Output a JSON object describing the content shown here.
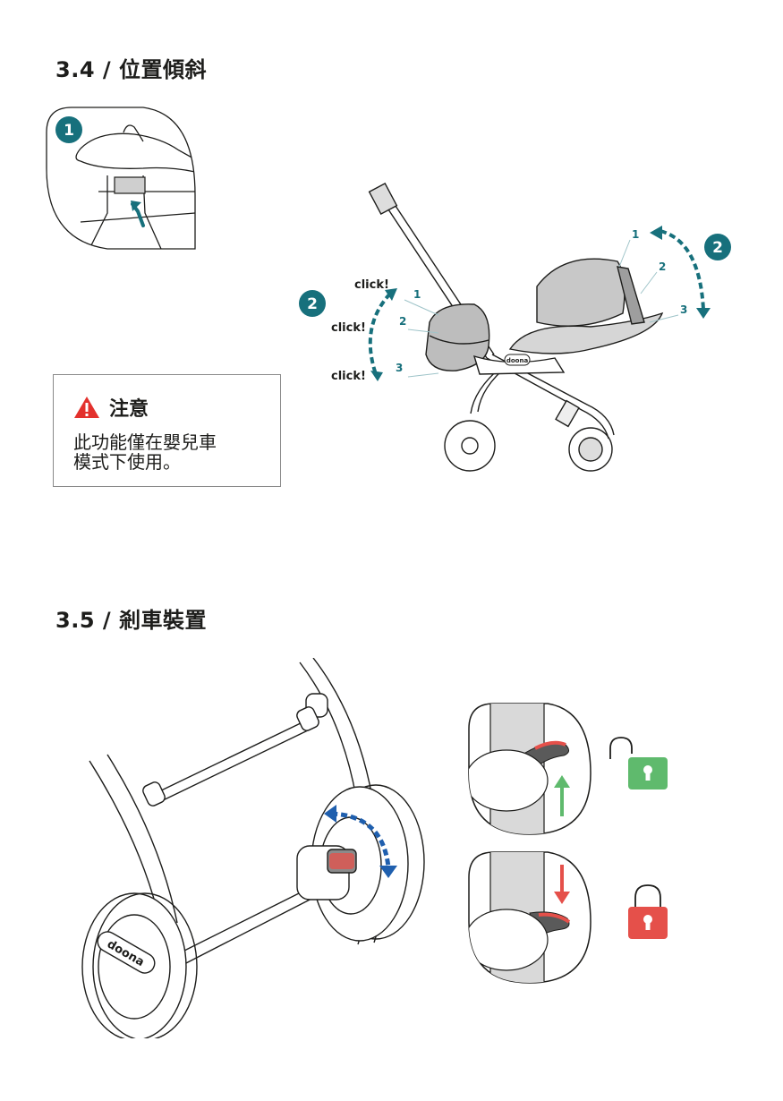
{
  "section1": {
    "title": "3.4 / 位置傾斜",
    "inset_badge": "1",
    "left_badge": "2",
    "right_badge": "2",
    "click_labels": [
      "click!",
      "click!",
      "click!"
    ],
    "left_steps": [
      "1",
      "2",
      "3"
    ],
    "right_steps": [
      "1",
      "2",
      "3"
    ],
    "brand_label": "doona"
  },
  "warning": {
    "title": "注意",
    "body": "此功能僅在嬰兒車\n模式下使用。"
  },
  "section2": {
    "title": "3.5 / 剎車裝置",
    "wheel_brand": "doona"
  },
  "colors": {
    "teal": "#17707c",
    "blue": "#1f5fae",
    "unlock_green": "#5fba6d",
    "lock_red": "#e5504a",
    "warning_red": "#e3312d"
  }
}
